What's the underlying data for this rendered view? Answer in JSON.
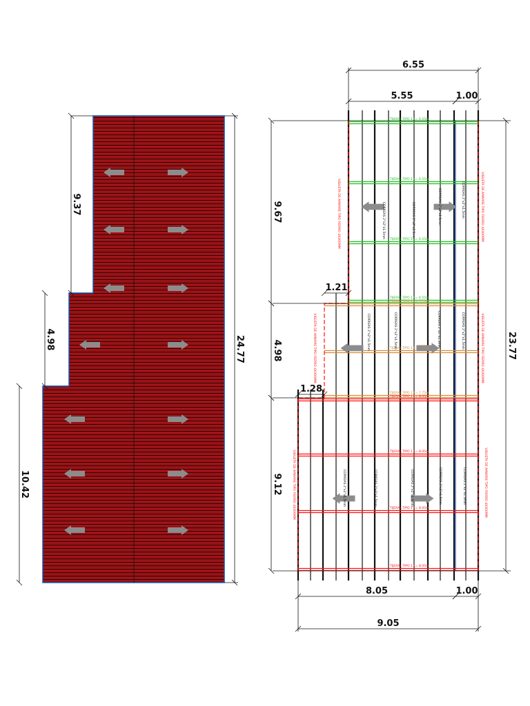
{
  "colors": {
    "roof_red": "#b5161b",
    "roof_dark": "#3a0606",
    "truss_green": "#1fbf1f",
    "truss_orange": "#d98a3a",
    "truss_red": "#ff1010",
    "purlin_blue": "#1456b0",
    "arrow_gray": "#8c8c8c"
  },
  "left_plan": {
    "dims": {
      "upper": "9.37",
      "middle": "4.98",
      "lower": "10.42",
      "total": "24.77"
    }
  },
  "right_plan": {
    "dims": {
      "top_total": "6.55",
      "top_main": "5.55",
      "top_overhang": "1.00",
      "upper": "9.67",
      "middle": "4.98",
      "lower": "9.12",
      "step_upper": "1.21",
      "step_lower": "1.28",
      "total": "23.77",
      "bottom_main": "8.05",
      "bottom_overhang": "1.00",
      "bottom_total": "9.05"
    },
    "truss_labels": {
      "green": "TIJERAL TIPO 1 L= 6.55m",
      "orange": "TIJERAL TIPO 1 L= 7.75m",
      "red": "TIJERAL TIPO 1 L= 8.05m"
    },
    "purlin_label": "CORREAS 2\"x2\"x1.5mm",
    "tie_beam_label": "VIGUETA DE AMARRE TIPO FIERRO 4X300MM"
  }
}
